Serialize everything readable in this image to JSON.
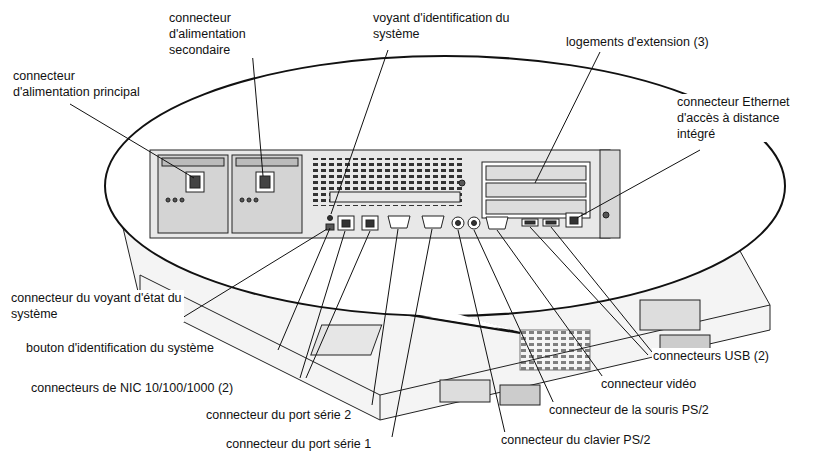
{
  "diagram": {
    "labels": [
      "connecteur d'alimentation secondaire",
      "connecteur d'alimentation principal",
      "voyant d'identification du système",
      "logements d'extension (3)",
      "connecteur Ethernet d'accès à distance intégré",
      "connecteur du voyant d'état du système",
      "bouton d'identification du système",
      "connecteurs de NIC 10/100/1000 (2)",
      "connecteur du port série 2",
      "connecteur du port série 1",
      "connecteurs USB (2)",
      "connecteur vidéo",
      "connecteur de la souris PS/2",
      "connecteur du clavier PS/2"
    ]
  }
}
